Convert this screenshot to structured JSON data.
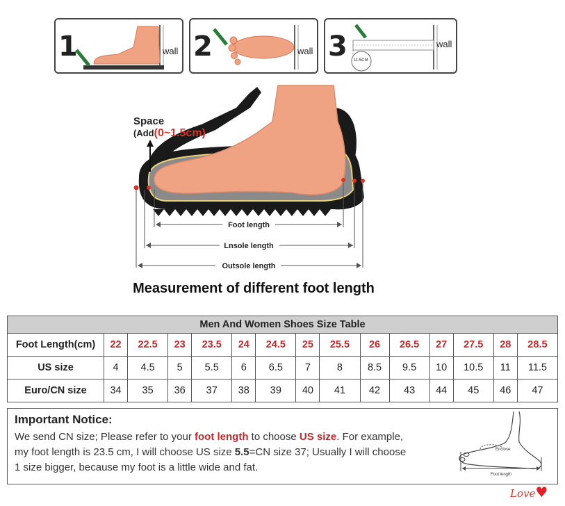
{
  "steps": [
    {
      "number": "1",
      "wall_label": "wall"
    },
    {
      "number": "2",
      "wall_label": "wall"
    },
    {
      "number": "3",
      "wall_label": "wall",
      "ruler_label": "11.5CM"
    }
  ],
  "diagram": {
    "space_title": "Space",
    "space_add_prefix": "(Add",
    "space_add_value": "(0~1.5cm)",
    "foot_length": "Foot length",
    "insole_length": "Lnsole length",
    "outsole_length": "Outsole length",
    "caption": "Measurement of different foot length"
  },
  "size_table": {
    "title": "Men And Women Shoes Size Table",
    "rows": [
      {
        "label": "Foot Length(cm)",
        "values": [
          "22",
          "22.5",
          "23",
          "23.5",
          "24",
          "24.5",
          "25",
          "25.5",
          "26",
          "26.5",
          "27",
          "27.5",
          "28",
          "28.5"
        ]
      },
      {
        "label": "US size",
        "values": [
          "4",
          "4.5",
          "5",
          "5.5",
          "6",
          "6.5",
          "7",
          "8",
          "8.5",
          "9.5",
          "10",
          "10.5",
          "11",
          "11.5"
        ]
      },
      {
        "label": "Euro/CN size",
        "values": [
          "34",
          "35",
          "36",
          "37",
          "38",
          "39",
          "40",
          "41",
          "42",
          "43",
          "44",
          "45",
          "46",
          "47"
        ]
      }
    ]
  },
  "notice": {
    "title": "Important Notice:",
    "line1_a": "We send CN size; Please refer to your ",
    "line1_hl1": "foot length",
    "line1_b": " to choose ",
    "line1_hl2": "US size",
    "line1_c": ". For example,",
    "line2_a": "my foot length is 23.5 cm, I will choose US size ",
    "line2_num": "5.5",
    "line2_b": "=CN size 37; Usually I will choose",
    "line3": "1 size bigger, because my foot is a little wide and fat.",
    "foot_enclose": "Enclose",
    "foot_length": "Foot length"
  },
  "watermark": "Love",
  "colors": {
    "accent_red": "#c0282c",
    "skin": "#f0a383",
    "table_header_bg": "#cfcfcf"
  }
}
